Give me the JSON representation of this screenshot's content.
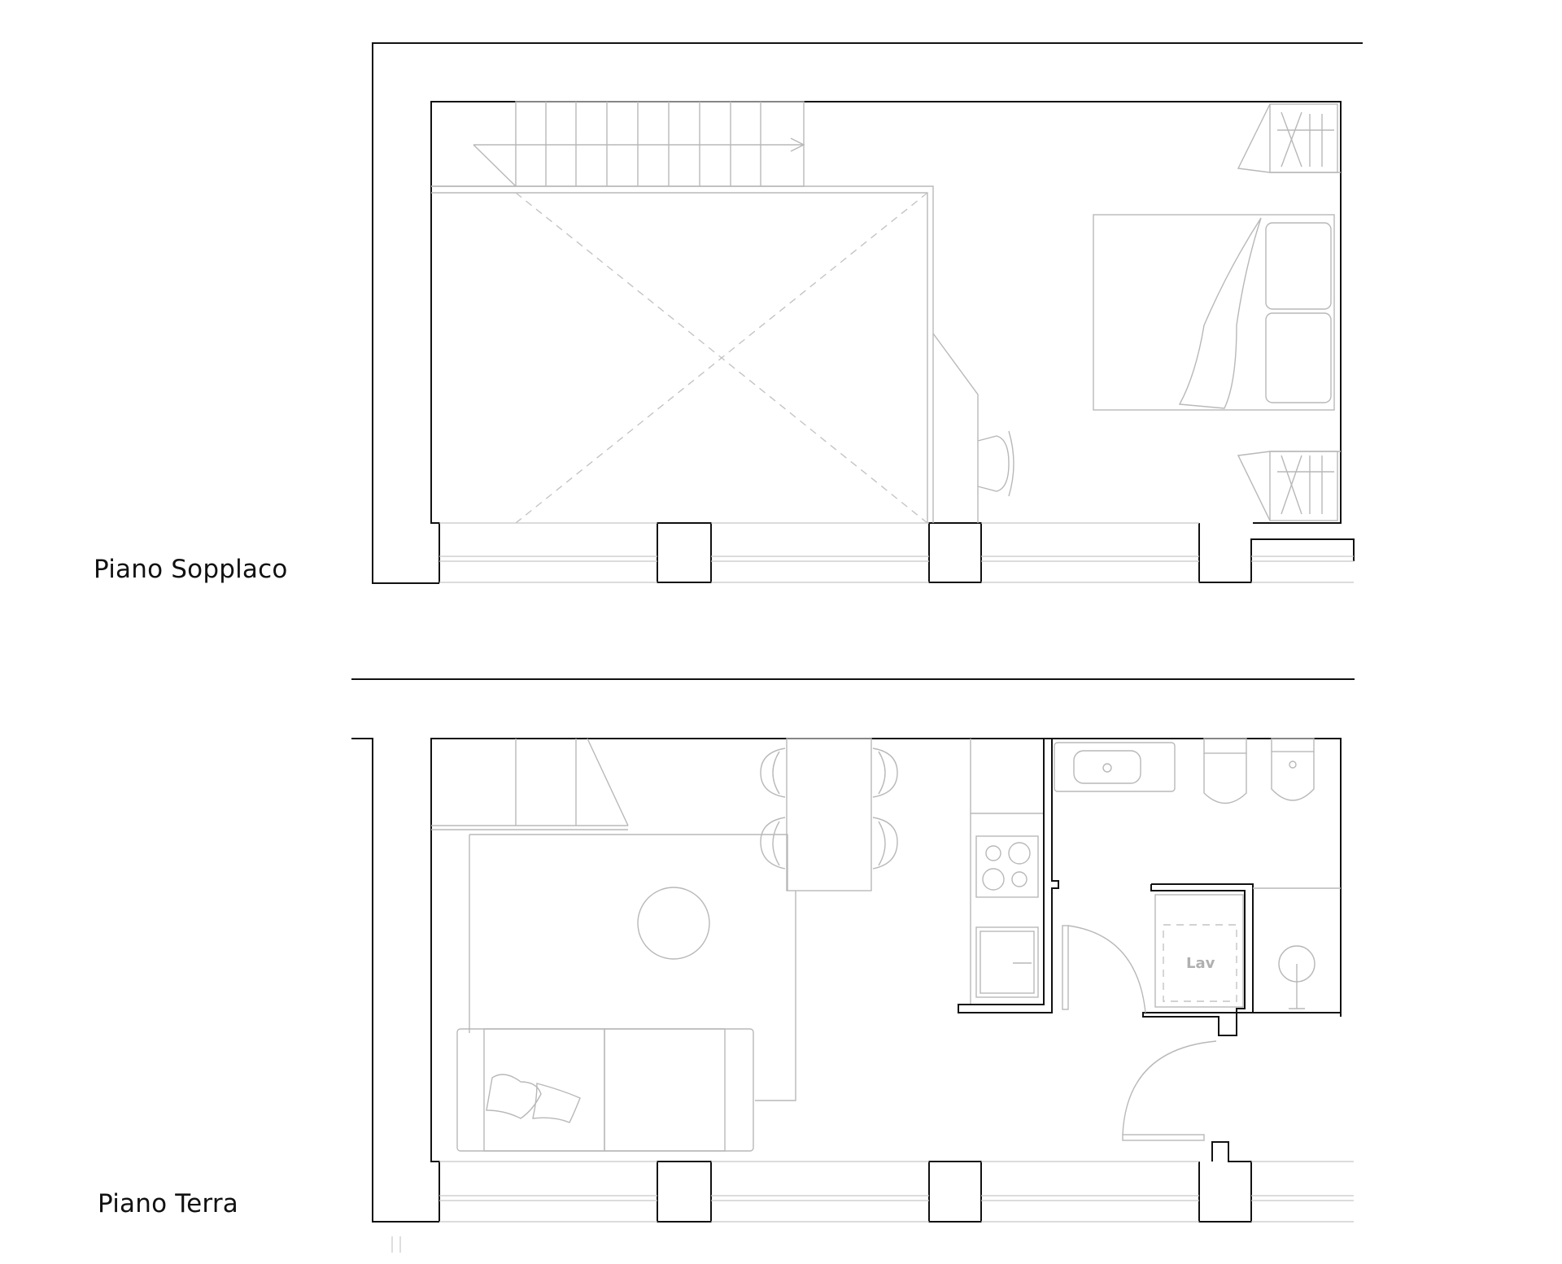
{
  "labels": {
    "upper_floor": "Piano Sopplaco",
    "ground_floor": "Piano Terra",
    "laundry": "Lav"
  },
  "colors": {
    "walls": "#111111",
    "furniture": "#b8b8b8",
    "background": "#ffffff"
  }
}
